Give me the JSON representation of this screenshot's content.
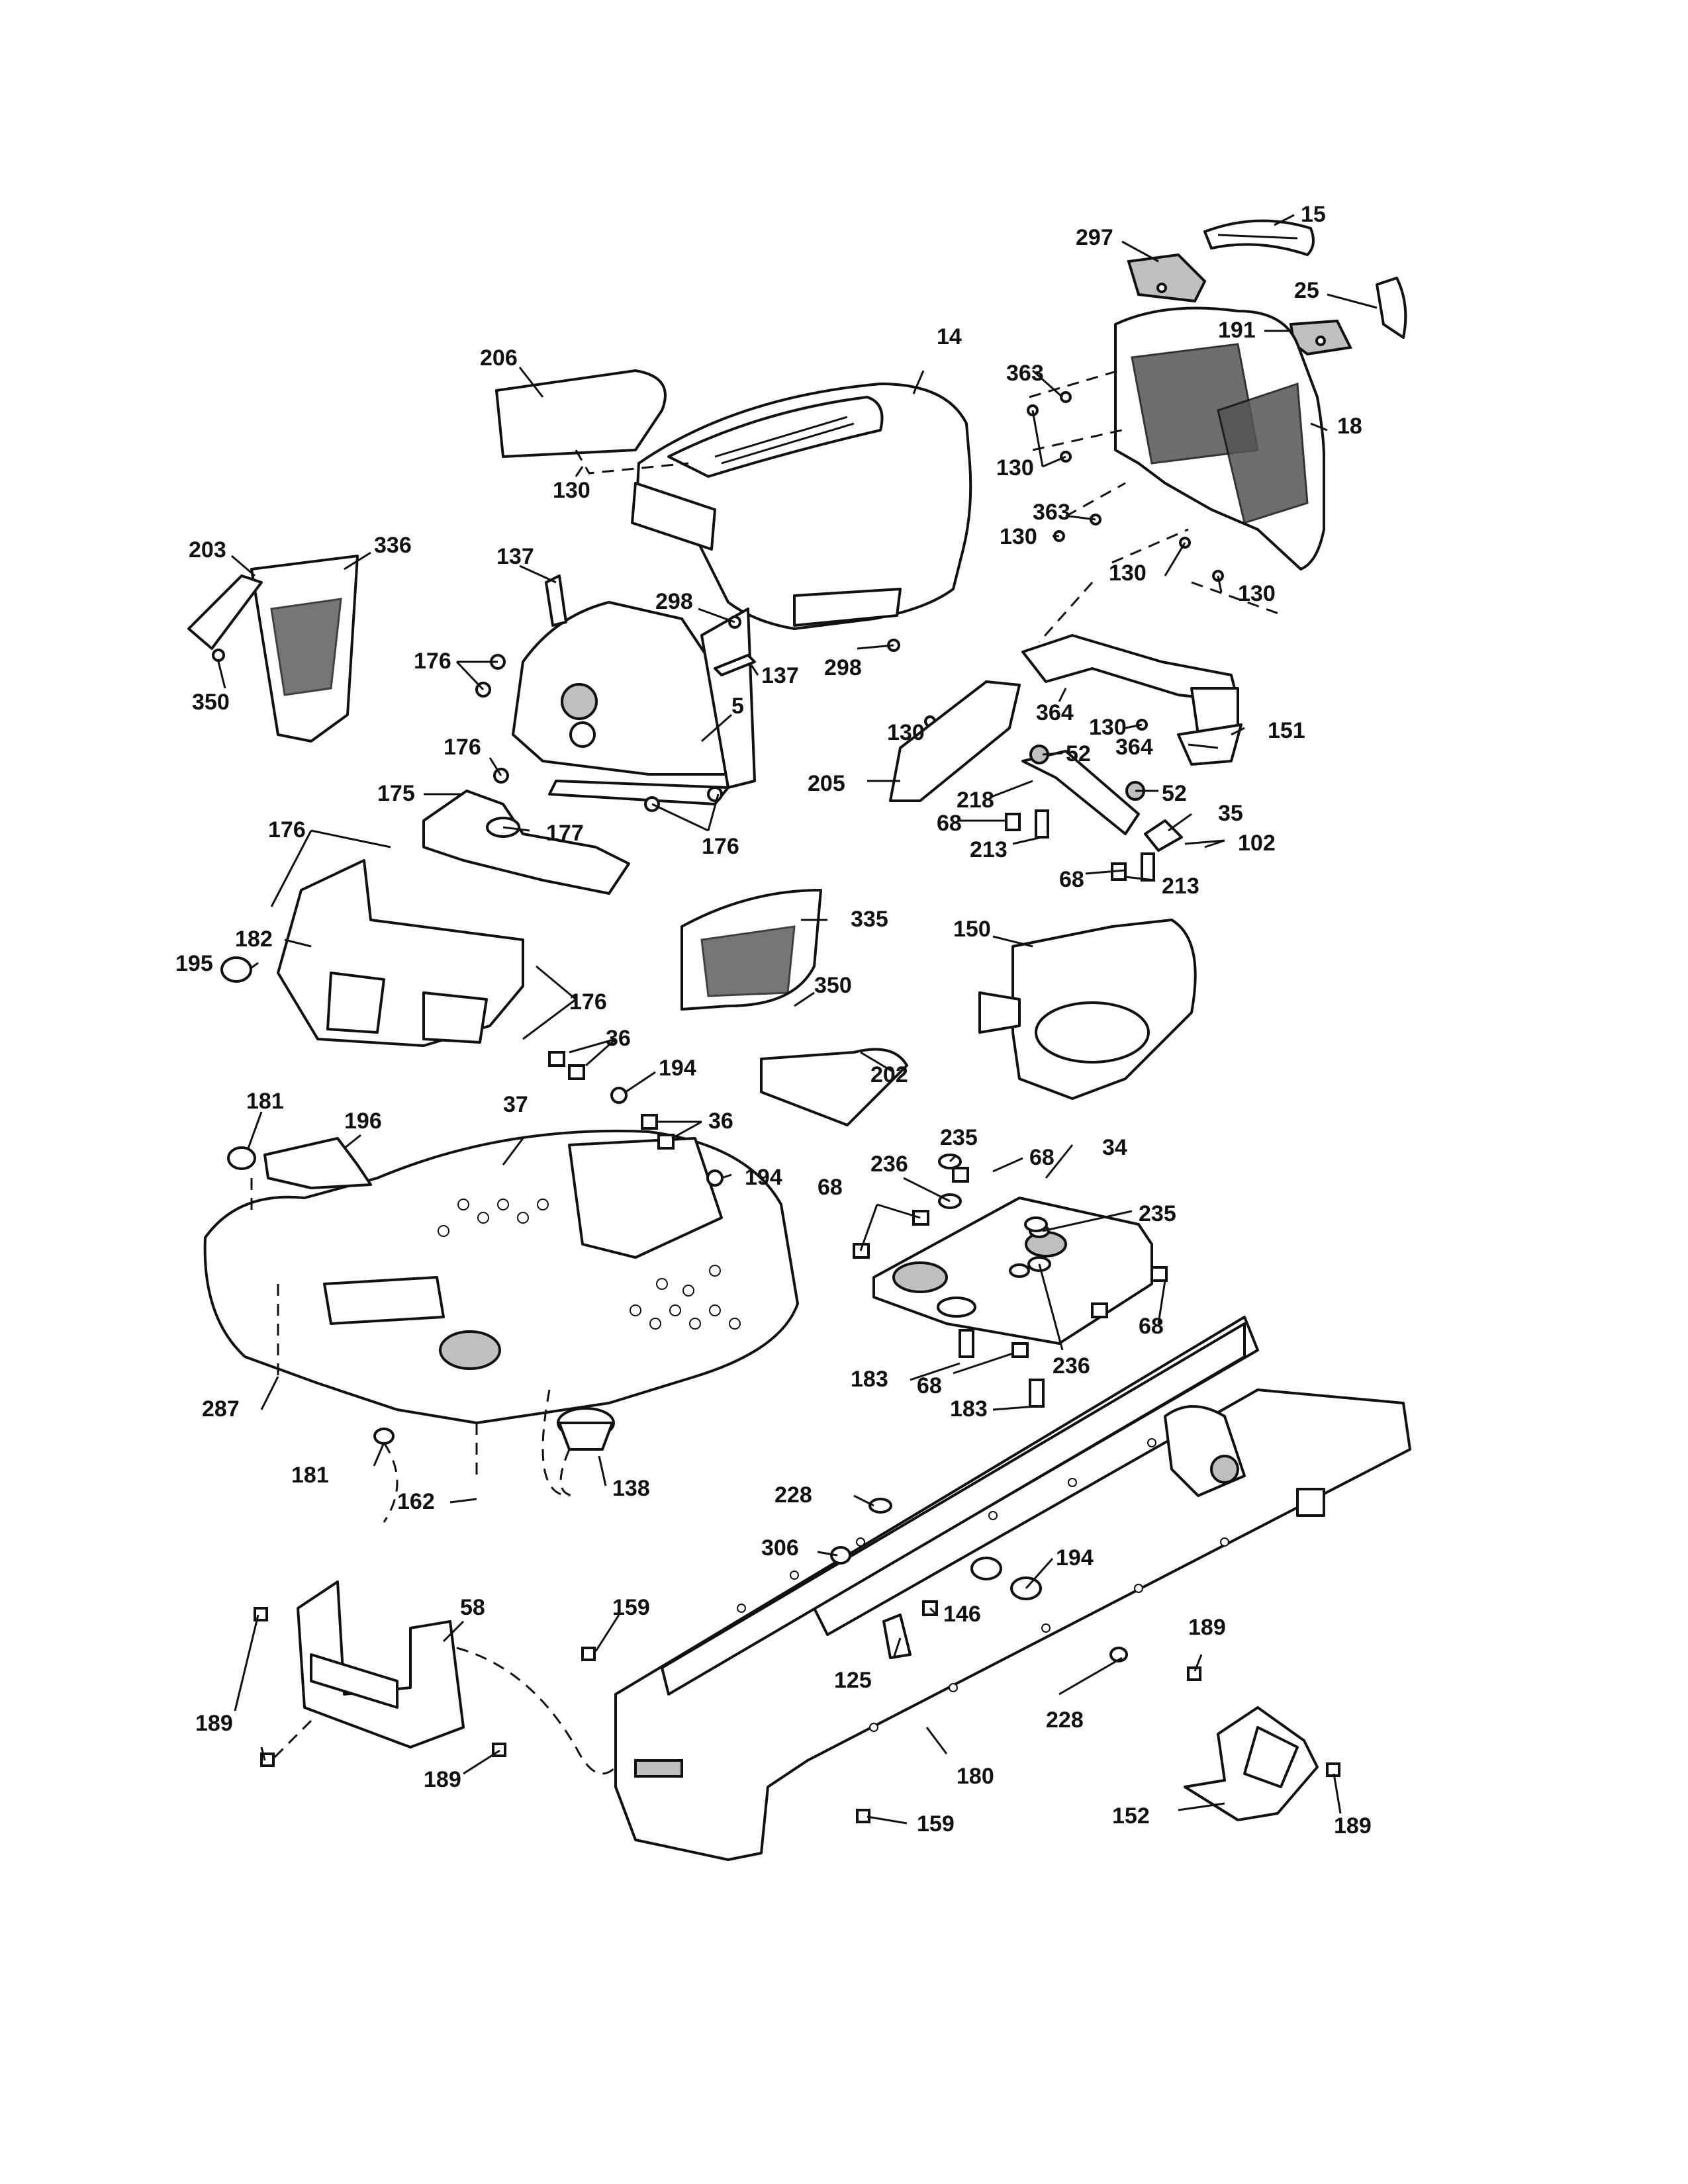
{
  "labels": {
    "l15": "15",
    "l297": "297",
    "l25": "25",
    "l191": "191",
    "l363a": "363",
    "l18": "18",
    "l130a": "130",
    "l363b": "363",
    "l130b": "130",
    "l130c": "130",
    "l130d": "130",
    "l206": "206",
    "l14": "14",
    "l130e": "130",
    "l203": "203",
    "l336": "336",
    "l137a": "137",
    "l298a": "298",
    "l298b": "298",
    "l137b": "137",
    "l176a": "176",
    "l5": "5",
    "l364a": "364",
    "l130f": "130",
    "l130g": "130",
    "l151": "151",
    "l364b": "364",
    "l350a": "350",
    "l176b": "176",
    "l205": "205",
    "l52a": "52",
    "l218": "218",
    "l52b": "52",
    "l68a": "68",
    "l35": "35",
    "l102": "102",
    "l213a": "213",
    "l176c": "176",
    "l175": "175",
    "l177": "177",
    "l176d": "176",
    "l68b": "68",
    "l213b": "213",
    "l335": "335",
    "l150": "150",
    "l182": "182",
    "l195": "195",
    "l350b": "350",
    "l176e": "176",
    "l36a": "36",
    "l202": "202",
    "l194a": "194",
    "l181a": "181",
    "l196": "196",
    "l37": "37",
    "l36b": "36",
    "l235a": "235",
    "l68c": "68",
    "l34": "34",
    "l236a": "236",
    "l194b": "194",
    "l68d": "68",
    "l235b": "235",
    "l68e": "68",
    "l236b": "236",
    "l183a": "183",
    "l68f": "68",
    "l287": "287",
    "l183b": "183",
    "l181b": "181",
    "l162": "162",
    "l138": "138",
    "l228a": "228",
    "l306": "306",
    "l194c": "194",
    "l146": "146",
    "l58": "58",
    "l159a": "159",
    "l189a": "189",
    "l125": "125",
    "l228b": "228",
    "l189b": "189",
    "l180": "180",
    "l189c": "189",
    "l152": "152",
    "l159b": "159",
    "l189d": "189"
  }
}
